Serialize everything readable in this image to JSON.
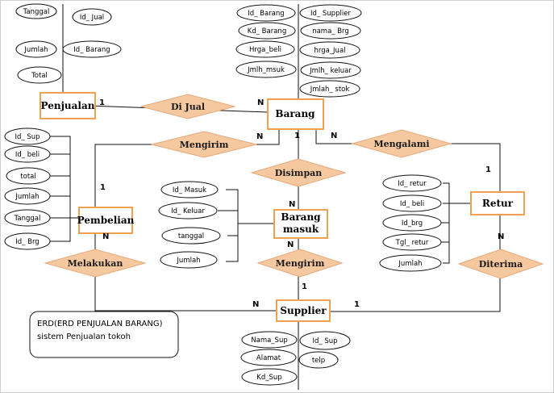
{
  "note": {
    "line1": "ERD(ERD PENJUALAN BARANG)",
    "line2": "sistem Penjualan tokoh"
  },
  "entities": {
    "penjualan": "Penjualan",
    "barang": "Barang",
    "pembelian": "Pembelian",
    "barang_masuk_line1": "Barang",
    "barang_masuk_line2": "masuk",
    "retur": "Retur",
    "supplier": "Supplier"
  },
  "relationships": {
    "di_jual": "Di Jual",
    "mengirim_top": "Mengirim",
    "mengalami": "Mengalami",
    "disimpan": "Disimpan",
    "melakukan": "Melakukan",
    "mengirim_bottom": "Mengirim",
    "diterima": "Diterima"
  },
  "attributes": {
    "penjualan": [
      "Tanggal",
      "Id_ Jual",
      "Jumlah",
      "Id_ Barang",
      "Total"
    ],
    "barang_left": [
      "Id_ Barang",
      "Kd_ Barang",
      "Hrga_beli",
      "Jmlh_msuk"
    ],
    "barang_right": [
      "Id_ Supplier",
      "nama_ Brg",
      "hrga_Jual",
      "Jmlh_ keluar",
      "Jmlah_ stok"
    ],
    "pembelian": [
      "Id_ Sup",
      "Id_ beli",
      "total",
      "Jumlah",
      "Tanggal",
      "Id_ Brg"
    ],
    "barang_masuk": [
      "Id_ Masuk",
      "Id_ Keluar",
      "tanggal",
      "Jumlah"
    ],
    "retur": [
      "Id_ retur",
      "Id_ beli",
      "Id_brg",
      "Tgl_ retur",
      "Jumlah"
    ],
    "supplier_left": [
      "Nama_Sup",
      "Alamat",
      "Kd_Sup"
    ],
    "supplier_right": [
      "Id_ Sup",
      "telp"
    ]
  },
  "cardinalities": {
    "penjualan_dijual": "1",
    "dijual_barang": "N",
    "barang_mengirim": "N",
    "barang_disimpan": "1",
    "barang_mengalami": "N",
    "mengalami_retur": "1",
    "mengirim_pembelian": "1",
    "disimpan_barangmasuk": "N",
    "barangmasuk_mengirim": "N",
    "mengirim_supplier": "1",
    "pembelian_melakukan": "N",
    "melakukan_supplier": "N",
    "supplier_diterima": "1",
    "retur_diterima": "N"
  },
  "colors": {
    "entity_border": "#f0a050",
    "relationship_fill": "#f6c8a0",
    "background": "#e4e4e4"
  }
}
